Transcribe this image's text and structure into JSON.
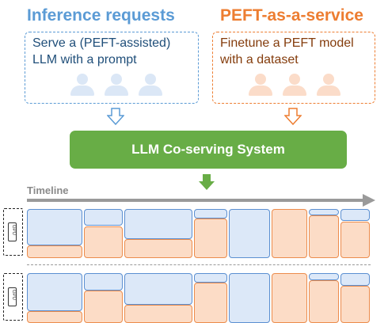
{
  "inference": {
    "title": "Inference requests",
    "description_line1": "Serve a (PEFT-assisted)",
    "description_line2": "LLM with a prompt",
    "color": "#5b9bd5"
  },
  "peft": {
    "title": "PEFT-as-a-service",
    "description_line1": "Finetune a PEFT model",
    "description_line2": "with a dataset",
    "color": "#ed7d31"
  },
  "system": {
    "label": "LLM Co-serving System",
    "color": "#68ad46"
  },
  "timeline": {
    "label": "Timeline"
  },
  "gpus": [
    {
      "label": "GPU"
    },
    {
      "label": "GPU"
    }
  ],
  "legend_colors": {
    "inference_fill": "#dce8f8",
    "finetune_fill": "#fcdcc6"
  }
}
